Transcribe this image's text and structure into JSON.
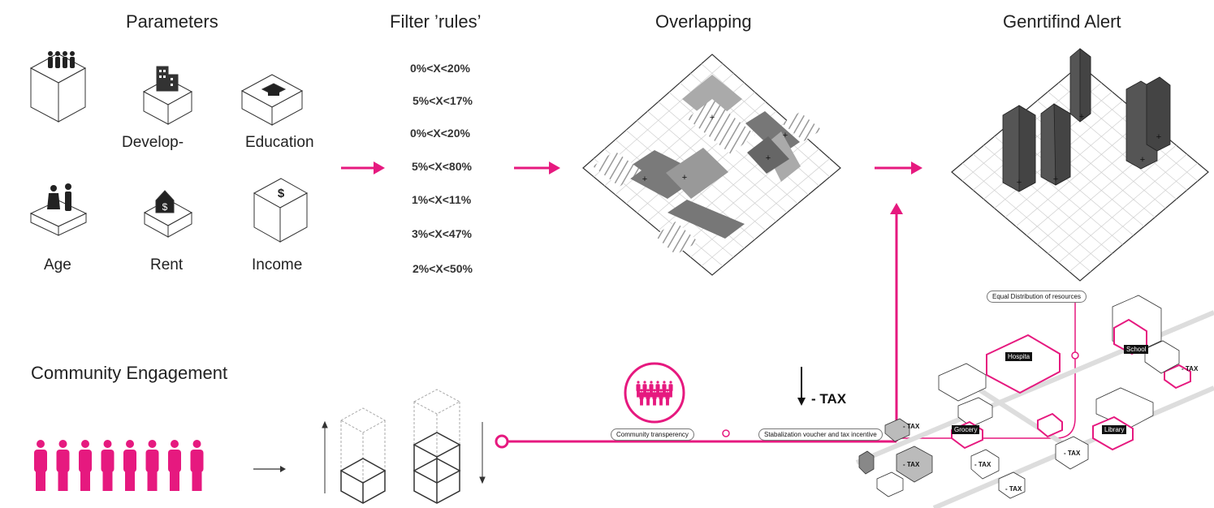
{
  "headers": {
    "parameters": "Parameters",
    "filter_rules": "Filter ’rules’",
    "overlapping": "Overlapping",
    "alert": "Genrtifind Alert",
    "community": "Community Engagement"
  },
  "parameters": [
    {
      "label": "",
      "icon": "population-icon"
    },
    {
      "label": "Develop-",
      "icon": "building-icon"
    },
    {
      "label": "Education",
      "icon": "graduation-cap-icon"
    },
    {
      "label": "Age",
      "icon": "elderly-couple-icon"
    },
    {
      "label": "Rent",
      "icon": "house-dollar-icon"
    },
    {
      "label": "Income",
      "icon": "dollar-icon"
    }
  ],
  "rules": [
    "0%<X<20%",
    "5%<X<17%",
    "0%<X<20%",
    "5%<X<80%",
    "1%<X<11%",
    "3%<X<47%",
    "2%<X<50%"
  ],
  "engagement": {
    "tax_label": "- TAX",
    "steps": [
      "Community transperency",
      "Stabalization voucher and tax incentive"
    ],
    "city_labels": {
      "equal": "Equal Distribution of resources",
      "hospital": "Hospita",
      "school": "School",
      "grocery": "Grocery",
      "library": "Library",
      "tax": "- TAX"
    }
  },
  "colors": {
    "accent": "#e6197f",
    "dark": "#555555",
    "grid": "#bbbbbb"
  }
}
